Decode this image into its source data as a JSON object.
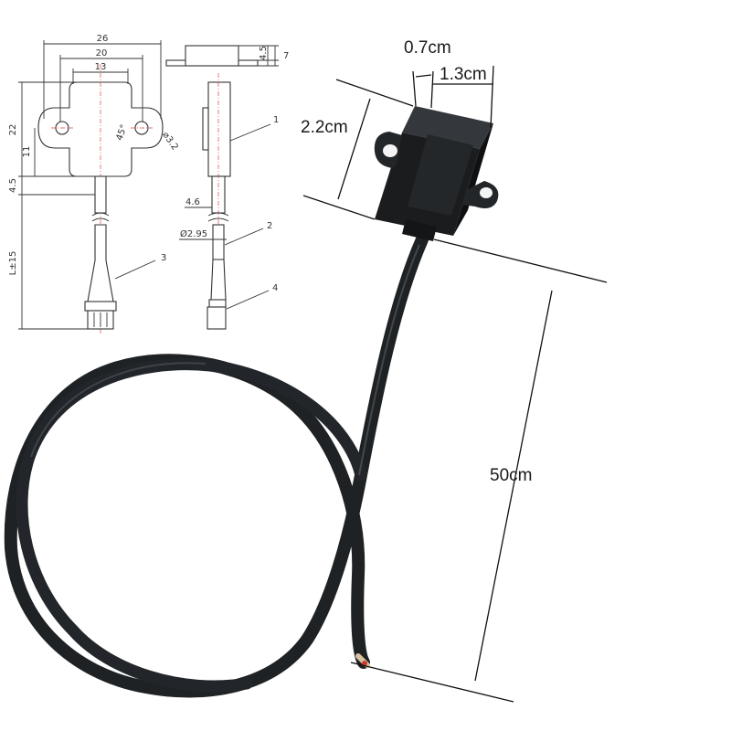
{
  "drawing": {
    "front_view": {
      "dims": {
        "width_26": "26",
        "width_20": "20",
        "width_13": "13",
        "height_22": "22",
        "height_11": "11",
        "height_4_5": "4.5",
        "length": "L±15",
        "angle": "45°",
        "hole_dia": "⌀3.2"
      },
      "callout_3": "3"
    },
    "top_view": {
      "dims": {
        "t_4_5": "4.5",
        "t_7": "7"
      }
    },
    "side_view": {
      "dims": {
        "s_4_6": "4.6",
        "cable_dia": "Ø2.95"
      },
      "callouts": [
        "1",
        "2",
        "4"
      ]
    }
  },
  "photo": {
    "dims": {
      "thickness": "0.7cm",
      "depth": "1.3cm",
      "height": "2.2cm",
      "cable_length": "50cm"
    }
  },
  "colors": {
    "cable": "#1f2224",
    "sensor_body": "#1a1c1e",
    "drawing_line": "#333333",
    "center_line": "#dd4444"
  }
}
